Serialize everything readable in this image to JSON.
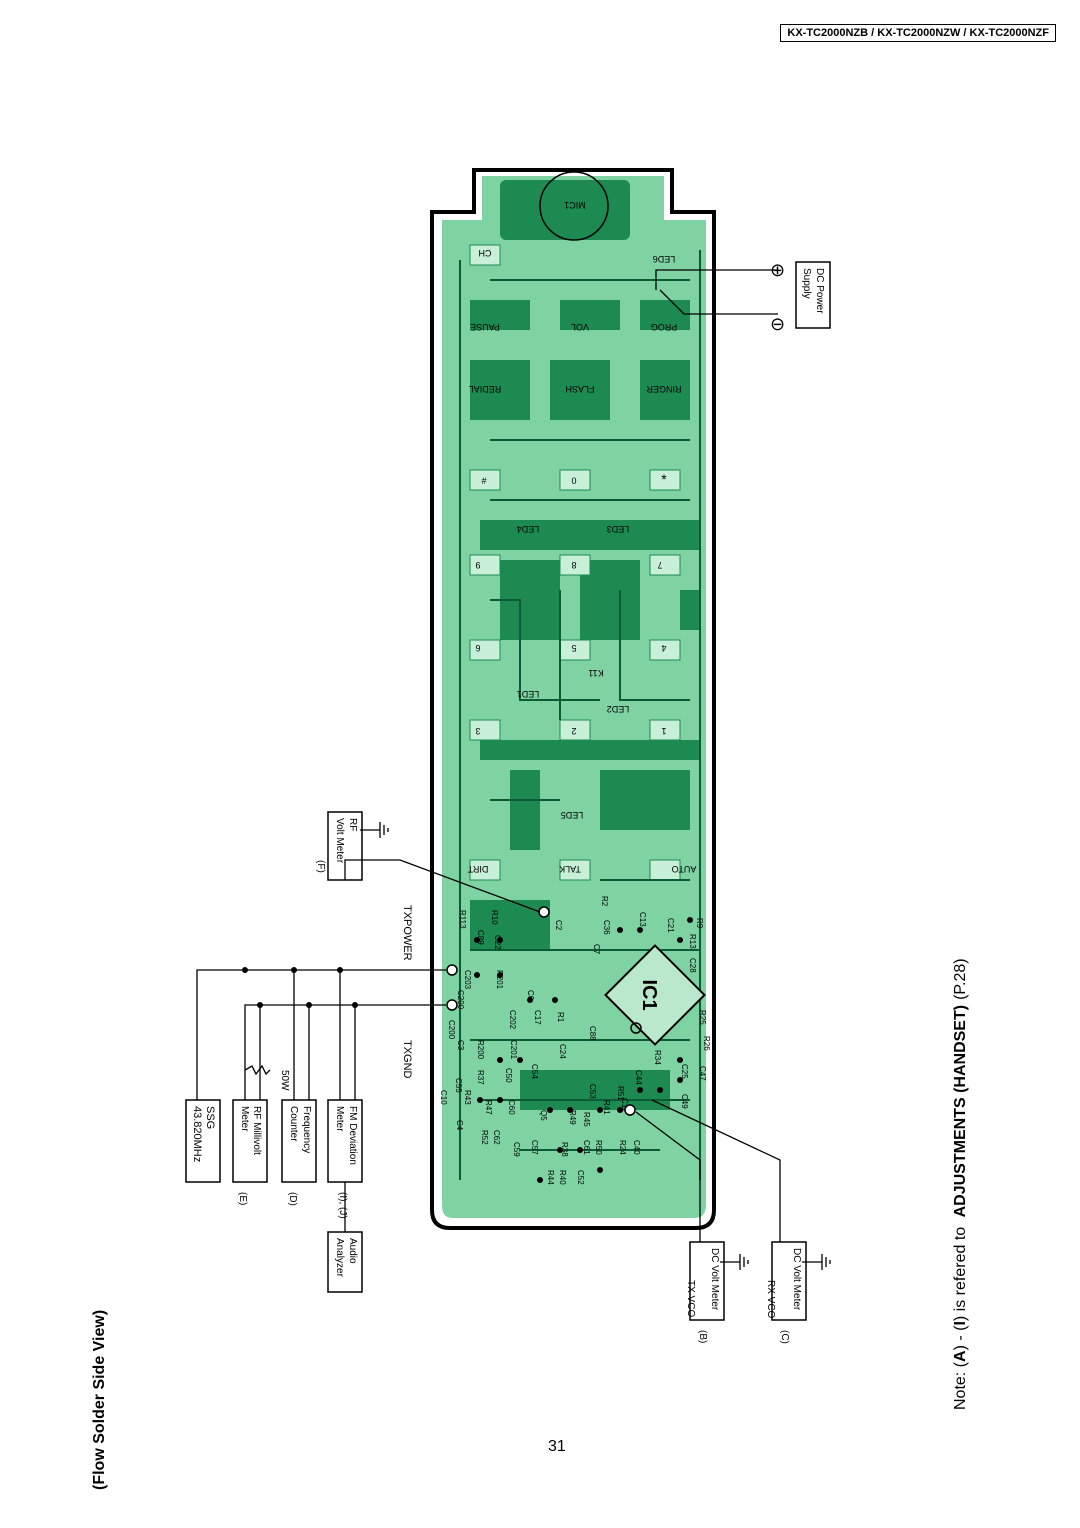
{
  "header": {
    "models": "KX-TC2000NZB / KX-TC2000NZW / KX-TC2000NZF"
  },
  "page_number": "31",
  "rotated": {
    "section_title": "(Flow Solder Side View)",
    "note_prefix": "Note: (",
    "note_a": "A",
    "note_mid": ") - (",
    "note_i": "I",
    "note_suffix": ") is refered to",
    "note_bold": "ADJUSTMENTS (HANDSET)",
    "note_page": "(P.28)"
  },
  "instruments": {
    "ssg": {
      "line1": "SSG",
      "line2": "43.820MHz"
    },
    "rf_millivolt": {
      "tag": "(E)",
      "line1": "RF Millivolt",
      "line2": "Meter",
      "resistor": "50W"
    },
    "frequency_counter": {
      "tag": "(D)",
      "line1": "Frequency",
      "line2": "Counter"
    },
    "fm_deviation": {
      "tag": "(I), (J)",
      "line1": "FM Deviation",
      "line2": "Meter"
    },
    "audio_analyzer": {
      "line1": "Audio",
      "line2": "Analyzer"
    },
    "rf_volt": {
      "tag": "(F)",
      "line1": "RF",
      "line2": "Volt Meter"
    },
    "tx_vco": {
      "tag": "(B)",
      "line1": "TX VCO",
      "line2": "DC Volt Meter"
    },
    "rx_vco": {
      "tag": "(C)",
      "line1": "RX VCO",
      "line2": "DC Volt Meter"
    },
    "dc_power": {
      "line1": "DC Power",
      "line2": "Supply",
      "plus": "⊕",
      "minus": "⊖"
    }
  },
  "test_points": {
    "txgnd": "TXGND",
    "txpower": "TXPOWER"
  },
  "board": {
    "ic": "IC1",
    "mic": "MIC1",
    "keys": [
      "CH",
      "PAUSE",
      "VOL",
      "PROG",
      "REDIAL",
      "FLASH",
      "RINGER",
      "#",
      "0",
      "*",
      "9",
      "8",
      "7",
      "6",
      "5",
      "4",
      "3",
      "2",
      "1",
      "DIRT",
      "TALK",
      "AUTO"
    ],
    "leds": [
      "LED6",
      "LED4",
      "LED3",
      "LED1",
      "LED2",
      "LED5"
    ],
    "components": [
      "K11",
      "R113",
      "R10",
      "C89",
      "C22",
      "C2",
      "R2",
      "C36",
      "C13",
      "C21",
      "R9",
      "R13",
      "C28",
      "C7",
      "C203",
      "R201",
      "C200",
      "C3",
      "C6",
      "C200",
      "C202",
      "C17",
      "R1",
      "C8",
      "C88",
      "R200",
      "C201",
      "C24",
      "C54",
      "R25",
      "R34",
      "R26",
      "C44",
      "C25",
      "C47",
      "C11",
      "C49",
      "C10",
      "C55",
      "R43",
      "R37",
      "C50",
      "C4",
      "R47",
      "C60",
      "R52",
      "C62",
      "Q5",
      "C57",
      "C59",
      "R49",
      "R38",
      "R45",
      "R41",
      "C61",
      "R44",
      "R40",
      "R50",
      "C52",
      "C53",
      "R51",
      "R24",
      "C40"
    ]
  }
}
